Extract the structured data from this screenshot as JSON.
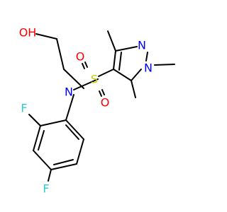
{
  "molecule": {
    "atoms": {
      "oh": {
        "text": "OH",
        "color": "#ff0000"
      },
      "n_sulfonamide": {
        "text": "N",
        "color": "#0000ff"
      },
      "s": {
        "text": "S",
        "color": "#cccc00"
      },
      "o_top": {
        "text": "O",
        "color": "#ff0000"
      },
      "o_bottom": {
        "text": "O",
        "color": "#ff0000"
      },
      "n_pyrazole_2": {
        "text": "N",
        "color": "#0000ff"
      },
      "n_pyrazole_1": {
        "text": "N",
        "color": "#0000ff"
      },
      "f_ortho": {
        "text": "F",
        "color": "#33cccc"
      },
      "f_para": {
        "text": "F",
        "color": "#33cccc"
      }
    }
  }
}
